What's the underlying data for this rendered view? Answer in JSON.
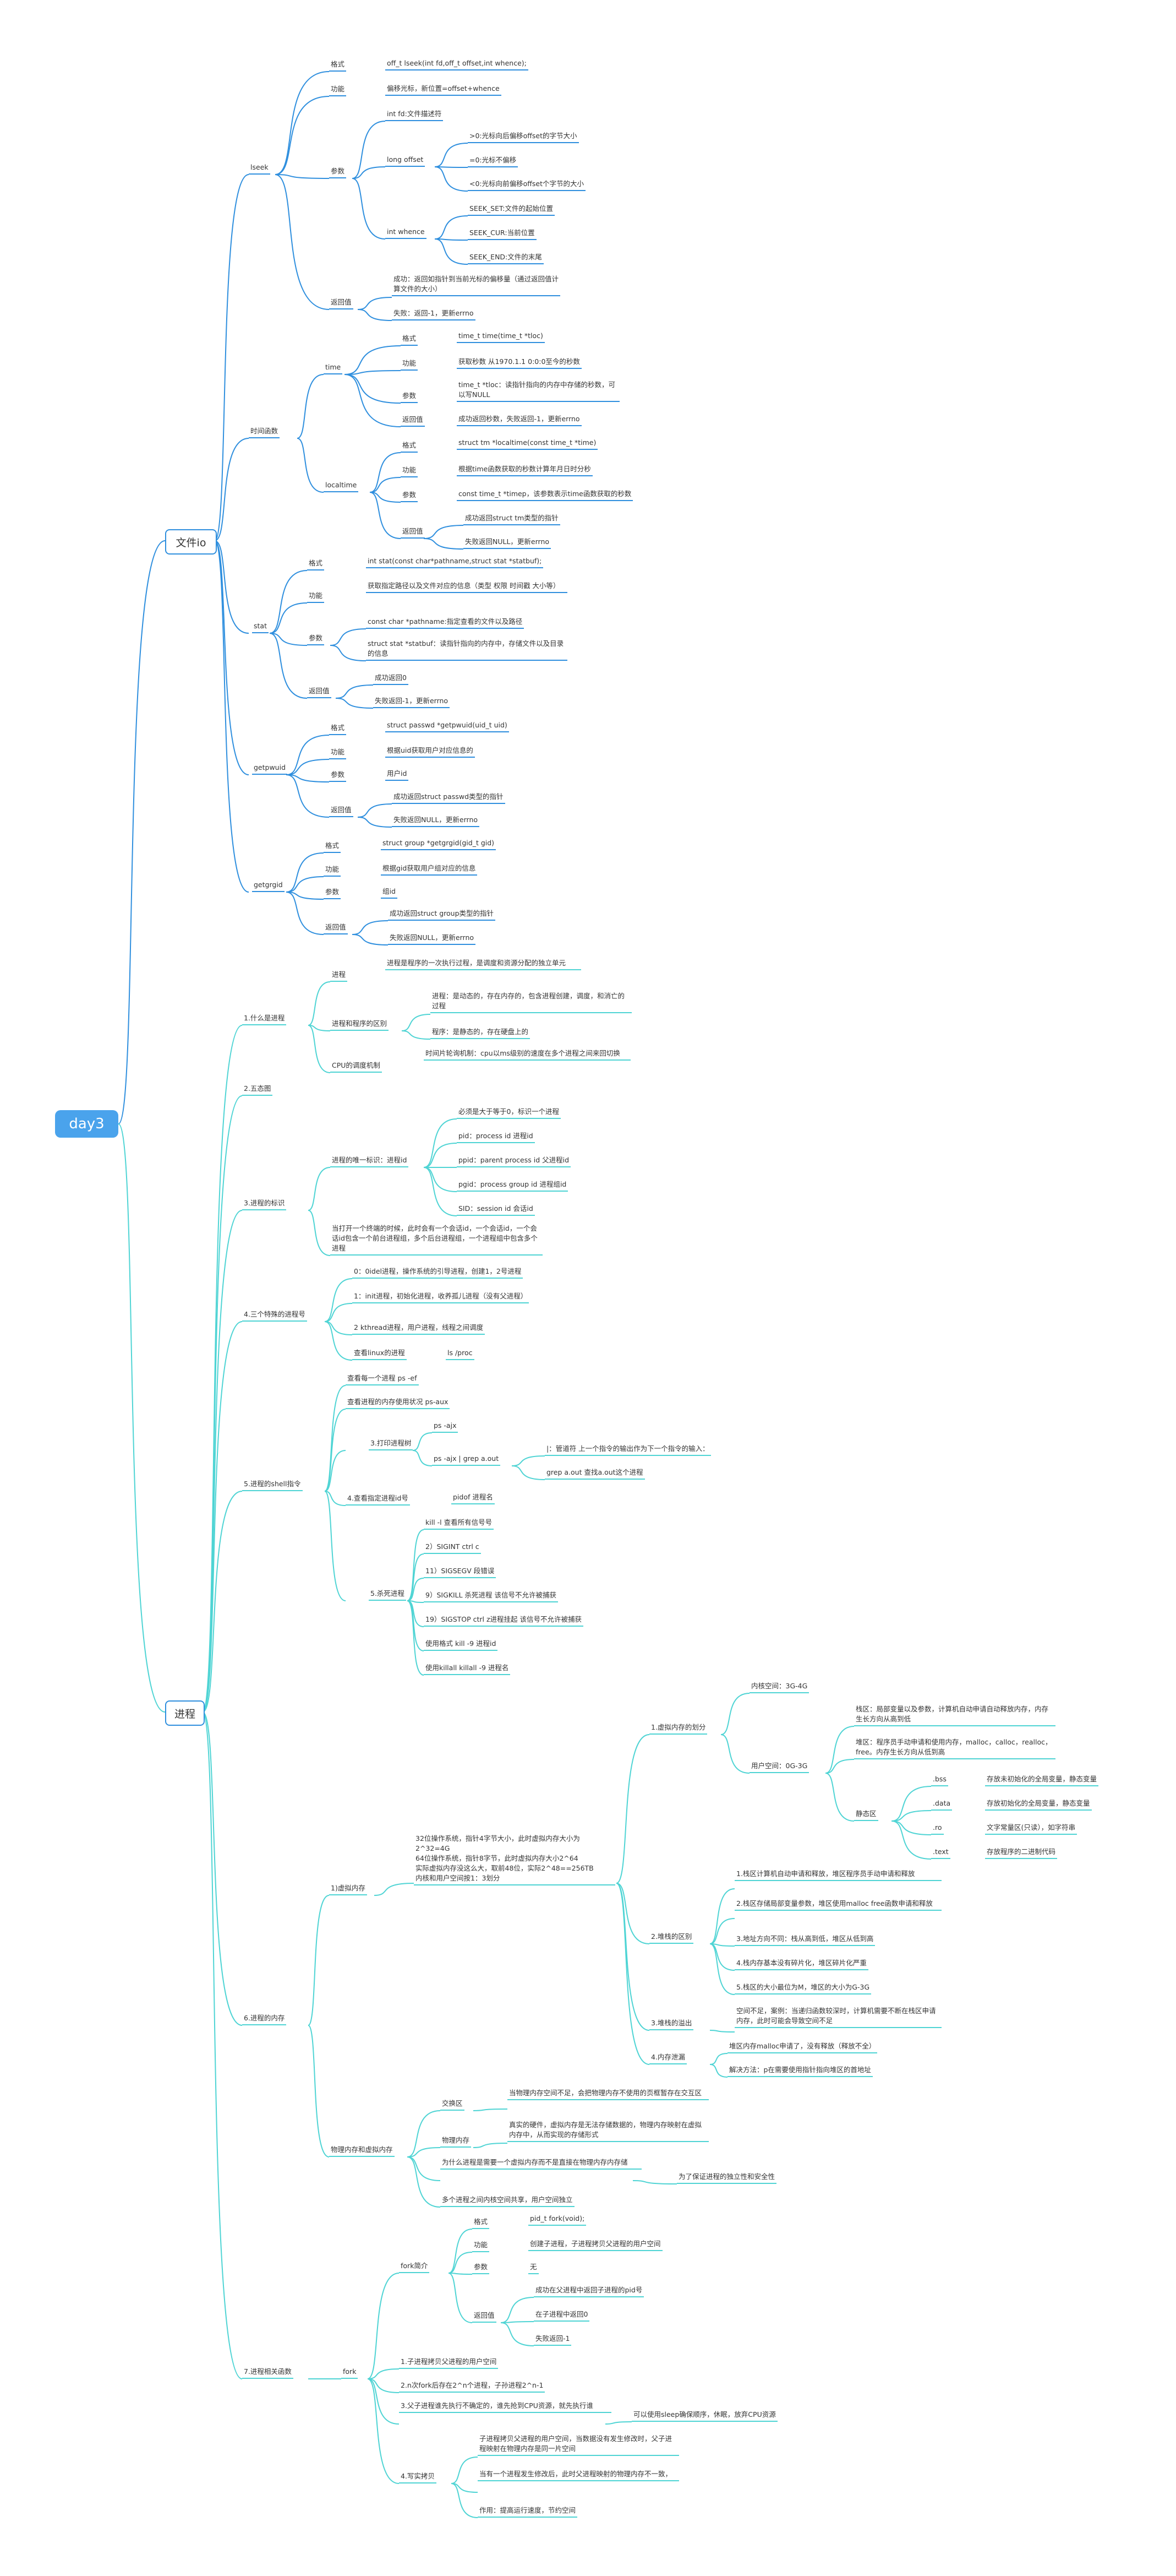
{
  "root": "day3",
  "file_io": {
    "label": "文件io",
    "lseek": {
      "label": "lseek",
      "format_label": "格式",
      "format": "off_t lseek(int fd,off_t offset,int whence);",
      "func_label": "功能",
      "func": "偏移光标，新位置=offset+whence",
      "param_label": "参数",
      "fd": "int fd:文件描述符",
      "offset": "long offset",
      "offset_items": [
        ">0:光标向后偏移offset的字节大小",
        "=0:光标不偏移",
        "<0:光标向前偏移offset个字节的大小"
      ],
      "whence": "int whence",
      "whence_items": [
        "SEEK_SET:文件的起始位置",
        "SEEK_CUR:当前位置",
        "SEEK_END:文件的末尾"
      ],
      "ret_label": "返回值",
      "ret_ok": "成功：返回如指针到当前光标的偏移量（通过返回值计算文件的大小）",
      "ret_fail": "失败：返回-1，更新errno"
    },
    "time_funcs": {
      "label": "时间函数",
      "time": {
        "label": "time",
        "format_label": "格式",
        "format": "time_t time(time_t *tloc)",
        "func_label": "功能",
        "func": "获取秒数 从1970.1.1 0:0:0至今的秒数",
        "param_label": "参数",
        "param": "time_t *tloc：读指针指向的内存中存储的秒数，可以写NULL",
        "ret_label": "返回值",
        "ret": "成功返回秒数，失败返回-1，更新errno"
      },
      "localtime": {
        "label": "localtime",
        "format_label": "格式",
        "format": "struct tm *localtime(const time_t *time)",
        "func_label": "功能",
        "func": "根据time函数获取的秒数计算年月日时分秒",
        "param_label": "参数",
        "param": "const time_t *timep，该参数表示time函数获取的秒数",
        "ret_label": "返回值",
        "ret_ok": "成功返回struct tm类型的指针",
        "ret_fail": "失败返回NULL，更新errno"
      }
    },
    "stat": {
      "label": "stat",
      "format_label": "格式",
      "format": "int stat(const char*pathname,struct stat *statbuf);",
      "func_label": "功能",
      "func": "获取指定路径以及文件对应的信息（类型 权限 时间戳 大小等）",
      "param_label": "参数",
      "p1": "const char *pathname:指定查看的文件以及路径",
      "p2": "struct stat *statbuf：读指针指向的内存中，存储文件以及目录的信息",
      "ret_label": "返回值",
      "ret_ok": "成功返回0",
      "ret_fail": "失败返回-1，更新errno"
    },
    "getpwuid": {
      "label": "getpwuid",
      "format_label": "格式",
      "format": "struct passwd *getpwuid(uid_t uid)",
      "func_label": "功能",
      "func": "根据uid获取用户对应信息的",
      "param_label": "参数",
      "param": "用户id",
      "ret_label": "返回值",
      "ret_ok": "成功返回struct passwd类型的指针",
      "ret_fail": "失败返回NULL，更新errno"
    },
    "getgrgid": {
      "label": "getgrgid",
      "format_label": "格式",
      "format": "struct group *getgrgid(gid_t gid)",
      "func_label": "功能",
      "func": "根据gid获取用户组对应的信息",
      "param_label": "参数",
      "param": "组id",
      "ret_label": "返回值",
      "ret_ok": "成功返回struct group类型的指针",
      "ret_fail": "失败返回NULL，更新errno"
    }
  },
  "process": {
    "label": "进程",
    "s1": {
      "label": "1.什么是进程",
      "proc_label": "进程",
      "proc": "进程是程序的一次执行过程，是调度和资源分配的独立单元",
      "diff_label": "进程和程序的区别",
      "diff1": "进程：是动态的，存在内存的，包含进程创建，调度，和消亡的过程",
      "diff2": "程序：是静态的，存在硬盘上的",
      "cpu_label": "CPU的调度机制",
      "cpu": "时间片轮询机制：cpu以ms级别的速度在多个进程之间来回切换"
    },
    "s2": {
      "label": "2.五态图"
    },
    "s3": {
      "label": "3.进程的标识",
      "id_label": "进程的唯一标识：进程id",
      "ids": [
        "必须是大于等于0，标识一个进程",
        "pid：process id 进程id",
        "ppid：parent process id 父进程id",
        "pgid：process group id 进程组id",
        "SID：session id 会话id"
      ],
      "note": "当打开一个终端的时候，此时会有一个会话id，一个会话id，一个会话id包含一个前台进程组，多个后台进程组，一个进程组中包含多个进程"
    },
    "s4": {
      "label": "4.三个特殊的进程号",
      "items": [
        "0：0idel进程，操作系统的引导进程，创建1，2号进程",
        "1：init进程，初始化进程，收养孤儿进程（没有父进程）",
        "2 kthread进程，用户进程，线程之间调度"
      ],
      "view_label": "查看linux的进程",
      "view": "ls   /proc"
    },
    "s5": {
      "label": "5.进程的shell指令",
      "ps": "查看每一个进程 ps -ef",
      "top": "查看进程的内存使用状况 ps-aux",
      "tree_label": "3.打印进程树",
      "tree1": "ps -ajx",
      "tree2": "ps -ajx | grep a.out",
      "pipe": "|：管道符       上一个指令的输出作为下一个指令的输入：",
      "grep": "grep  a.out   查找a.out这个进程",
      "pid_label": "4.查看指定进程id号",
      "pid": "pidof   进程名",
      "kill_label": "5.杀死进程",
      "kills": [
        "kill -l   查看所有信号号",
        "2）SIGINT  ctrl c",
        "11）SIGSEGV  段错误",
        "9）SIGKILL  杀死进程  该信号不允许被捕获",
        "19）SIGSTOP ctrl z进程挂起  该信号不允许被捕获",
        "使用格式          kill -9 进程id",
        "使用killall          killall -9  进程名"
      ]
    },
    "s6": {
      "label": "6.进程的内存",
      "vm_label": "1)虚拟内存",
      "vm_note": "32位操作系统，指针4字节大小，此时虚拟内存大小为2^32=4G\n64位操作系统，指针8字节，此时虚拟内存大小2^64\n实际虚拟内存没这么大，取前48位，实际2^48==256TB\n内核和用户空间按1：3划分",
      "div_label": "1.虚拟内存的划分",
      "kernel": "内核空间：3G-4G",
      "user_label": "用户空间：0G-3G",
      "stack": "栈区：局部变量以及参数，计算机自动申请自动释放内存，内存生长方向从高到低",
      "heap": "堆区：程序员手动申请和使用内存，malloc，calloc，realloc，free。内存生长方向从低到高",
      "static_label": "静态区",
      "bss_k": ".bss",
      "bss_v": "存放未初始化的全局变量，静态变量",
      "data_k": ".data",
      "data_v": "存放初始化的全局变量，静态变量",
      "ro_k": ".ro",
      "ro_v": "文字常量区(只读），如字符串",
      "text_k": ".text",
      "text_v": "存放程序的二进制代码",
      "sh_label": "2.堆栈的区别",
      "sh": [
        "1.栈区计算机自动申请和释放，堆区程序员手动申请和释放",
        "2.栈区存储局部变量参数，堆区使用malloc free函数申请和释放",
        "3.地址方向不同：栈从高到低，堆区从低到高",
        "4.栈内存基本没有碎片化，堆区碎片化严重",
        "5.栈区的大小最位为M，堆区的大小为G-3G"
      ],
      "ov_label": "3.堆栈的溢出",
      "ov": "空间不足，案例：当递归函数较深时，计算机需要不断在栈区申请内存，此时可能会导致空间不足",
      "leak_label": "4.内存泄漏",
      "leak1": "堆区内存malloc申请了，没有释放（释放不全）",
      "leak2": "解决方法：p在需要使用指针指向堆区的首地址",
      "pm_label": "物理内存和虚拟内存",
      "swap_label": "交换区",
      "swap": "当物理内存空间不足，会把物理内存不使用的页框暂存在交互区",
      "phys_label": "物理内存",
      "phys": "真实的硬件，虚拟内存是无法存储数据的，物理内存映射在虚拟内存中，从而实现的存储形式",
      "why": "为什么进程是需要一个虚拟内存而不是直接在物理内存内存储",
      "why_ans": "为了保证进程的独立性和安全性",
      "share": "多个进程之间内核空间共享，用户空间独立"
    },
    "s7": {
      "label": "7.进程相关函数",
      "fork_label": "fork",
      "intro_label": "fork简介",
      "format_label": "格式",
      "format": "pid_t fork(void);",
      "func_label": "功能",
      "func": "创建子进程，子进程拷贝父进程的用户空间",
      "param_label": "参数",
      "param": "无",
      "ret_label": "返回值",
      "ret": [
        "成功在父进程中返回子进程的pid号",
        "在子进程中返回0",
        "失败返回-1"
      ],
      "f1": "1.子进程拷贝父进程的用户空间",
      "f2": "2.n次fork后存在2^n个进程，子孙进程2^n-1",
      "f3": "3.父子进程谁先执行不确定的，谁先抢到CPU资源，就先执行谁",
      "f3_note": "可以使用sleep确保顺序，休眠，放弃CPU资源",
      "cow_label": "4.写实拷贝",
      "cow": [
        "子进程拷贝父进程的用户空间，当数据没有发生修改时，父子进程映射在物理内存是同一片空间",
        "当有一个进程发生修改后，此时父进程映射的物理内存不一致，",
        "作用：提高运行速度，节约空间"
      ]
    }
  }
}
